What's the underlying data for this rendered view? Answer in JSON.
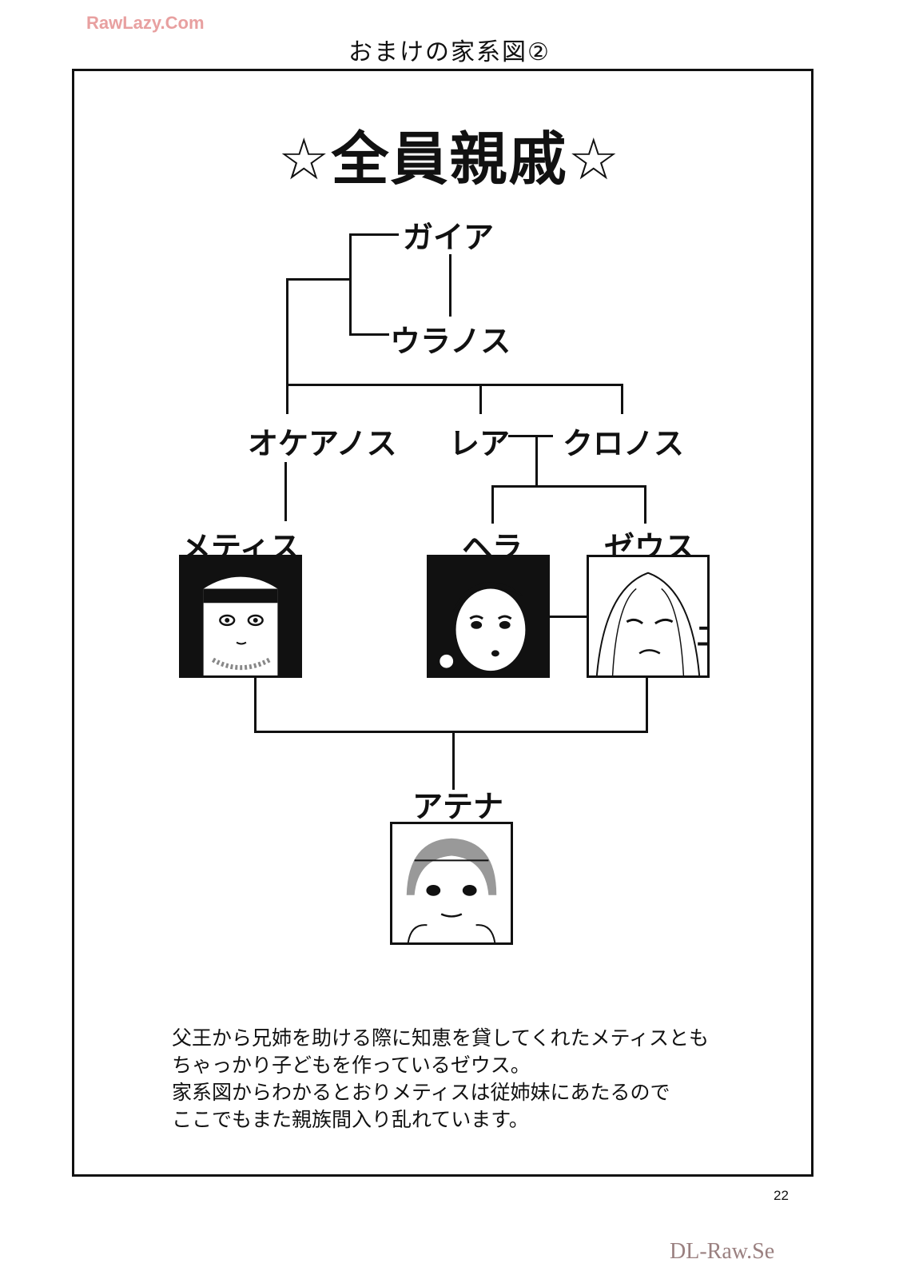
{
  "watermark_top": "RawLazy.Com",
  "page_heading": "おまけの家系図②",
  "title": "☆全員親戚☆",
  "members": {
    "gaia": "ガイア",
    "uranos": "ウラノス",
    "okeanos": "オケアノス",
    "rhea": "レア",
    "kronos": "クロノス",
    "metis": "メティス",
    "hera": "ヘラ",
    "zeus": "ゼウス",
    "athena": "アテナ"
  },
  "caption": [
    "父王から兄姉を助ける際に知恵を貸してくれたメティスとも",
    "ちゃっかり子どもを作っているゼウス。",
    "家系図からわかるとおりメティスは従姉妹にあたるので",
    "ここでもまた親族間入り乱れています。"
  ],
  "page_number": "22",
  "watermark_bottom": "DL-Raw.Se"
}
